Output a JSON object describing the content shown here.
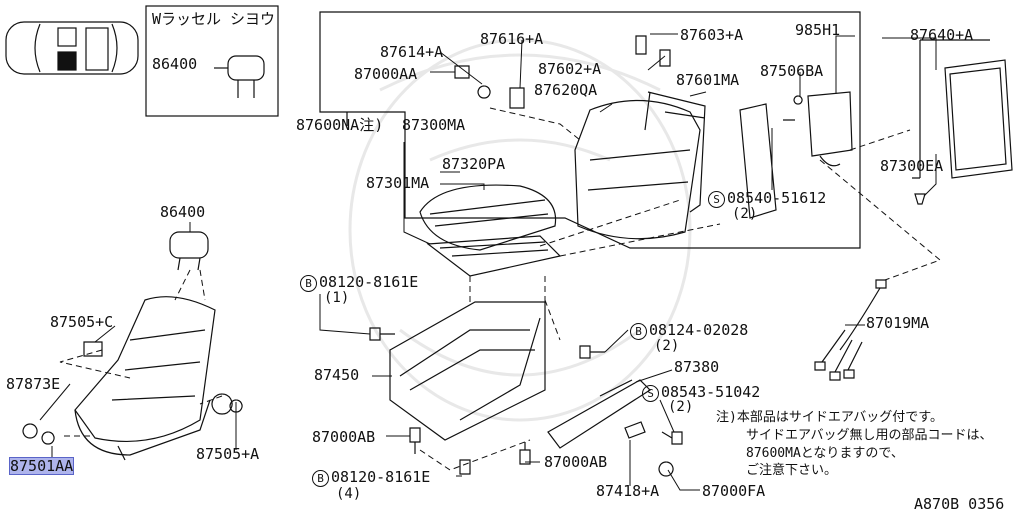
{
  "inset": {
    "title": "Wラッセル シヨウ",
    "part": "86400"
  },
  "parts": {
    "p86400_inset": "86400",
    "p87600NA": "87600NA注)",
    "p87300MA": "87300MA",
    "p87614A": "87614+A",
    "p87616A": "87616+A",
    "p87603A": "87603+A",
    "p985H1": "985H1",
    "p87640A": "87640+A",
    "p87000AA": "87000AA",
    "p87602A": "87602+A",
    "p87506BA": "87506BA",
    "p87620QA": "87620QA",
    "p87601MA": "87601MA",
    "p87320PA": "87320PA",
    "p87301MA": "87301MA",
    "p87300EA": "87300EA",
    "s08540": "08540-51612",
    "s08540_qty": "(2)",
    "p86400": "86400",
    "b08120a": "08120-8161E",
    "b08120a_qty": "(1)",
    "p87505C": "87505+C",
    "p87019MA": "87019MA",
    "b08124": "08124-02028",
    "b08124_qty": "(2)",
    "p87380": "87380",
    "p87450": "87450",
    "p87873E": "87873E",
    "s08543": "08543-51042",
    "s08543_qty": "(2)",
    "p87000AB_l": "87000AB",
    "p87505A": "87505+A",
    "p87501AA": "87501AA",
    "p87000AB_r": "87000AB",
    "b08120b": "08120-8161E",
    "b08120b_qty": "(4)",
    "p87418A": "87418+A",
    "p87000FA": "87000FA"
  },
  "markers": {
    "s": "S",
    "b": "B"
  },
  "note": {
    "line1": "注)本部品はサイドエアバッグ付です。",
    "line2": "サイドエアバッグ無し用の部品コードは、",
    "line3": "87600MAとなりますので、",
    "line4": "ご注意下さい。"
  },
  "footer": {
    "code": "A870B 0356"
  },
  "colors": {
    "highlight": "#aeb4ec",
    "line": "#111111"
  }
}
